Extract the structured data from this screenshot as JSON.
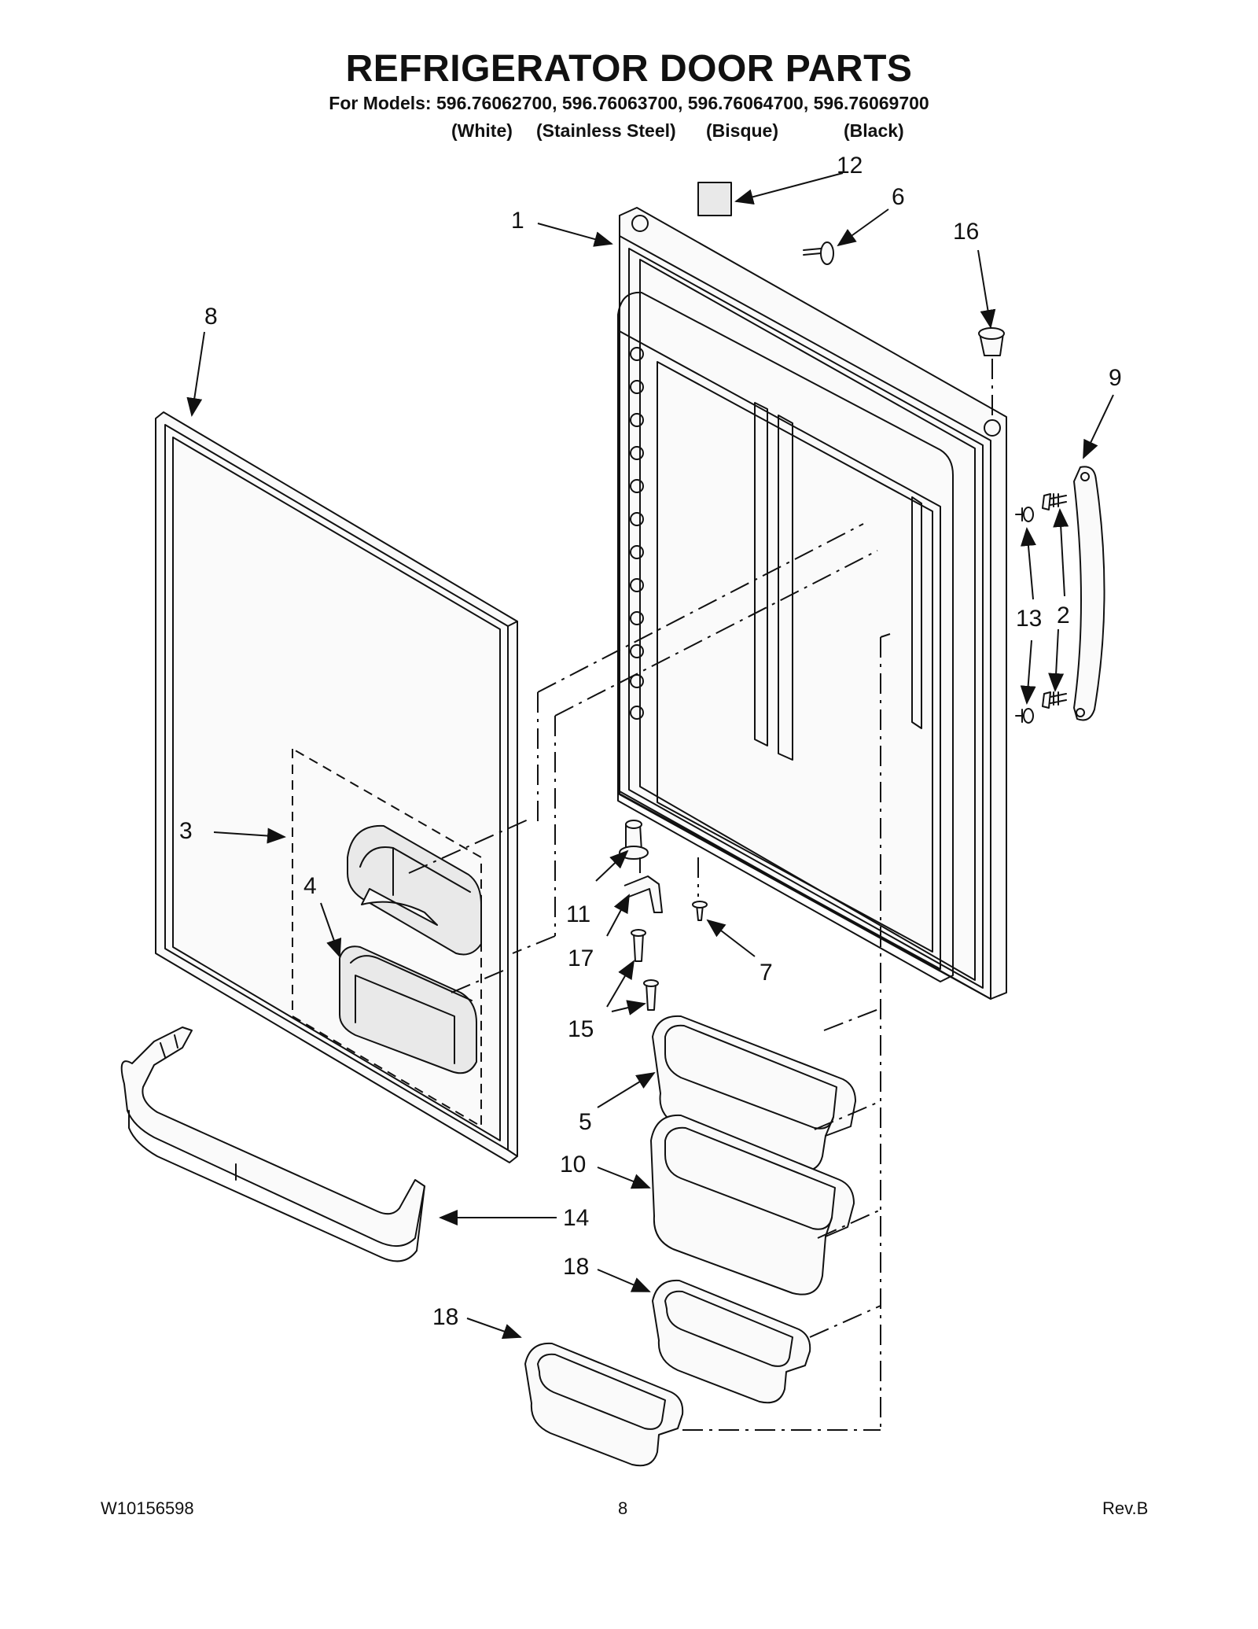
{
  "header": {
    "title": "REFRIGERATOR DOOR PARTS",
    "models_line": "For Models: 596.76062700, 596.76063700, 596.76064700, 596.76069700",
    "colors": [
      "(White)",
      "(Stainless Steel)",
      "(Bisque)",
      "(Black)"
    ]
  },
  "callouts": [
    "1",
    "2",
    "3",
    "4",
    "5",
    "6",
    "7",
    "8",
    "9",
    "10",
    "11",
    "12",
    "13",
    "14",
    "15",
    "16",
    "17",
    "18",
    "18"
  ],
  "footer": {
    "doc_number": "W10156598",
    "page_number": "8",
    "revision": "Rev.B"
  }
}
